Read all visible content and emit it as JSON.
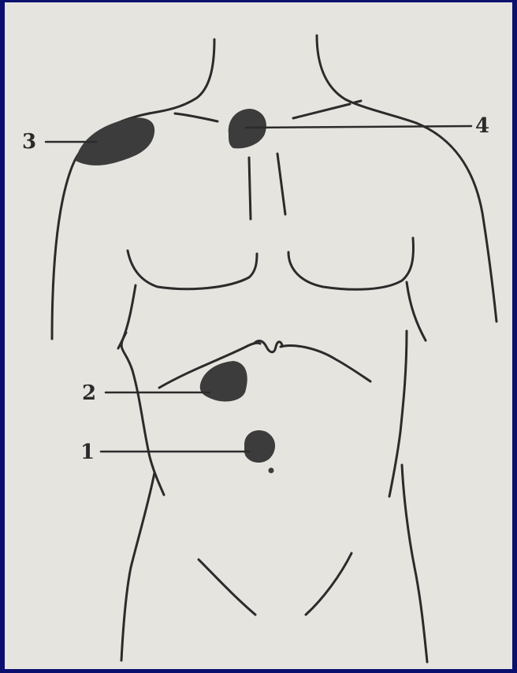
{
  "figure": {
    "markers": [
      {
        "id": "1",
        "label": "1"
      },
      {
        "id": "2",
        "label": "2"
      },
      {
        "id": "3",
        "label": "3"
      },
      {
        "id": "4",
        "label": "4"
      }
    ]
  },
  "colors": {
    "frame": "#0b0f6e",
    "paper": "#e6e4df",
    "ink": "#2b2b2b",
    "lesion": "#3c3c3c"
  }
}
